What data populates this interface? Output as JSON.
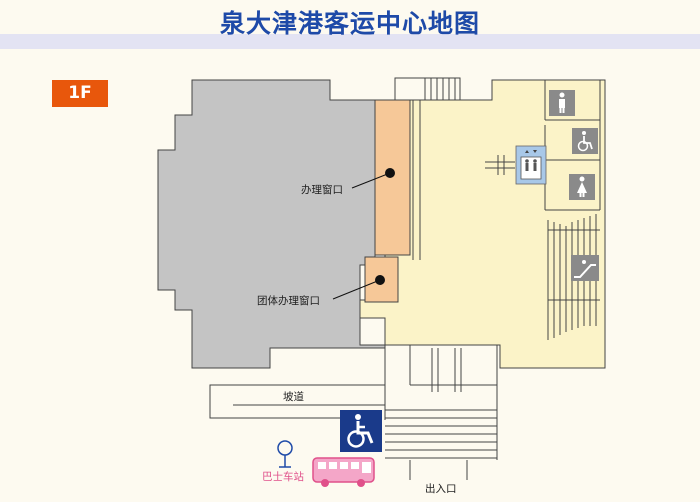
{
  "title": "泉大津港客运中心地图",
  "floor": "1F",
  "labels": {
    "service_window": "办理窗口",
    "group_window": "团体办理窗口",
    "ramp": "坡道",
    "bus_stop": "巴士车站",
    "exit_entrance": "出入口"
  },
  "icons": [
    "male-toilet-icon",
    "accessible-toilet-icon",
    "elevator-icon",
    "female-toilet-icon",
    "escalator-icon",
    "wheelchair-icon",
    "bus-stop-icon",
    "bus-icon"
  ],
  "colors": {
    "title": "#1e4aa8",
    "floor_badge": "#e8570c",
    "gray_area": "#c4c4c4",
    "yellow_area": "#fbf3c8",
    "counter": "#f6c898",
    "icon_gray": "#8a8a8a",
    "accessible_blue": "#1a3a8a",
    "bus_pink": "#e0508a"
  }
}
